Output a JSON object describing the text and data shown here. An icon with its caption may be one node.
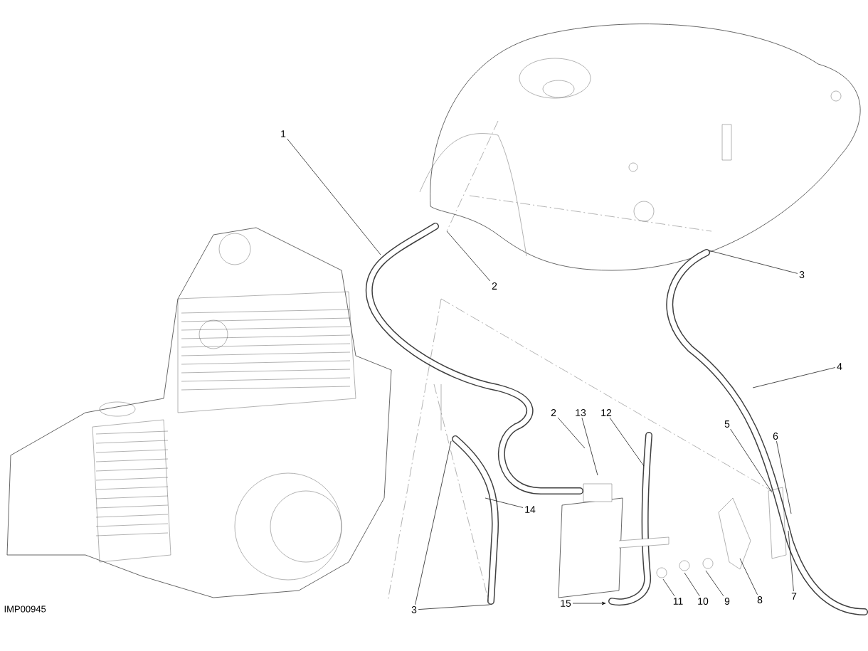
{
  "diagram": {
    "nodes": [
      {
        "text": [
          "1"
        ]
      },
      {
        "text": [
          "2"
        ]
      },
      {
        "text": [
          "3"
        ]
      },
      {
        "text": [
          "4"
        ]
      },
      {
        "text": [
          "2"
        ]
      },
      {
        "text": [
          "13"
        ]
      },
      {
        "text": [
          "12"
        ]
      },
      {
        "text": [
          "5"
        ]
      },
      {
        "text": [
          "6"
        ]
      },
      {
        "text": [
          "14"
        ]
      },
      {
        "text": [
          "3"
        ]
      },
      {
        "text": [
          "15"
        ]
      },
      {
        "text": [
          "11"
        ]
      },
      {
        "text": [
          "10"
        ]
      },
      {
        "text": [
          "9"
        ]
      },
      {
        "text": [
          "8"
        ]
      },
      {
        "text": [
          "7"
        ]
      }
    ],
    "edges": [
      {
        "from": 0,
        "to": null,
        "arrow": "none"
      },
      {
        "from": 1,
        "to": null,
        "arrow": "none"
      },
      {
        "from": 2,
        "to": null,
        "arrow": "none"
      },
      {
        "from": 3,
        "to": null,
        "arrow": "none"
      },
      {
        "from": 4,
        "to": null,
        "arrow": "none"
      },
      {
        "from": 5,
        "to": null,
        "arrow": "none"
      },
      {
        "from": 6,
        "to": null,
        "arrow": "none"
      },
      {
        "from": 7,
        "to": null,
        "arrow": "none"
      },
      {
        "from": 8,
        "to": null,
        "arrow": "none"
      },
      {
        "from": 9,
        "to": null,
        "arrow": "none"
      },
      {
        "from": 10,
        "to": null,
        "arrow": "none"
      },
      {
        "from": 10,
        "to": null,
        "arrow": "none"
      },
      {
        "from": 11,
        "to": null,
        "arrow": "to"
      },
      {
        "from": 12,
        "to": null,
        "arrow": "none"
      },
      {
        "from": 13,
        "to": null,
        "arrow": "none"
      },
      {
        "from": 14,
        "to": null,
        "arrow": "none"
      },
      {
        "from": 15,
        "to": null,
        "arrow": "none"
      },
      {
        "from": 16,
        "to": null,
        "arrow": "none"
      }
    ],
    "labels": [
      "IMP00945"
    ]
  }
}
